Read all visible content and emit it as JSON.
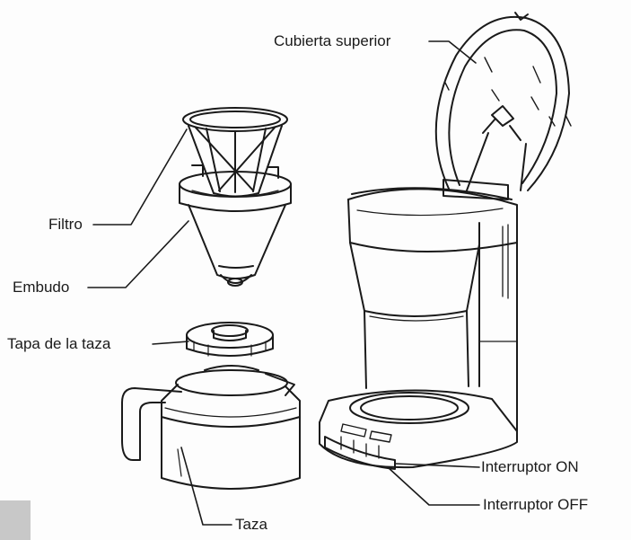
{
  "labels": {
    "top_cover": "Cubierta superior",
    "filter": "Filtro",
    "funnel": "Embudo",
    "cup_lid": "Tapa de la taza",
    "cup": "Taza",
    "switch_on": "Interruptor ON",
    "switch_off": "Interruptor OFF"
  },
  "colors": {
    "line": "#1a1a1a",
    "background": "#fdfdfd"
  }
}
